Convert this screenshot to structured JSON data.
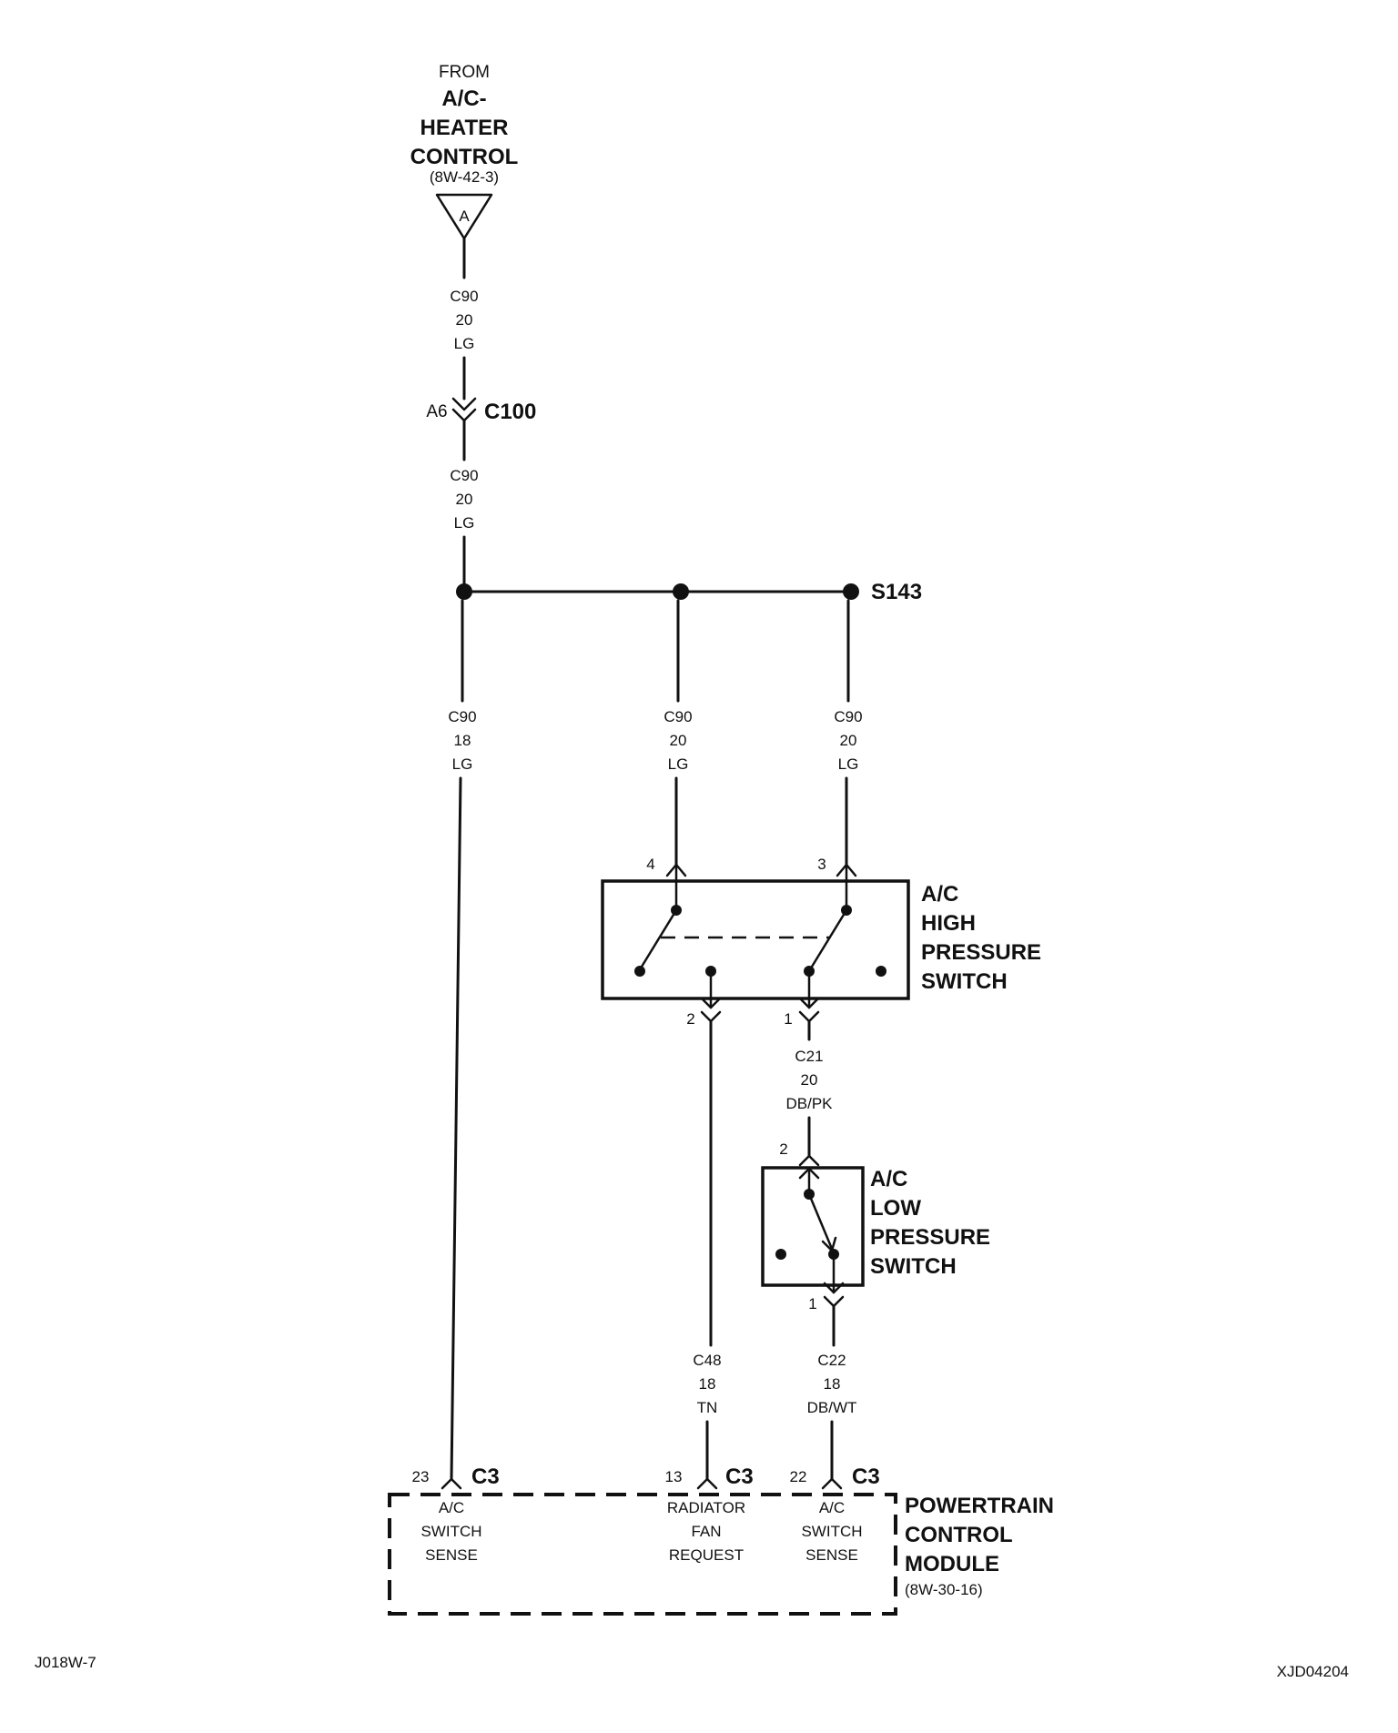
{
  "source": {
    "from_label": "FROM",
    "title_lines": [
      "A/C-",
      "HEATER",
      "CONTROL"
    ],
    "ref": "(8W-42-3)",
    "connector_letter": "A"
  },
  "wires": {
    "top_upper": [
      "C90",
      "20",
      "LG"
    ],
    "top_lower": [
      "C90",
      "20",
      "LG"
    ],
    "left_branch": [
      "C90",
      "18",
      "LG"
    ],
    "mid_branch": [
      "C90",
      "20",
      "LG"
    ],
    "right_branch": [
      "C90",
      "20",
      "LG"
    ],
    "c21": [
      "C21",
      "20",
      "DB/PK"
    ],
    "c48": [
      "C48",
      "18",
      "TN"
    ],
    "c22": [
      "C22",
      "18",
      "DB/WT"
    ]
  },
  "connector_c100": {
    "pin": "A6",
    "name": "C100"
  },
  "splice": {
    "name": "S143"
  },
  "high_pressure_switch": {
    "title_lines": [
      "A/C",
      "HIGH",
      "PRESSURE",
      "SWITCH"
    ],
    "pins": {
      "in_left": "4",
      "in_right": "3",
      "out_left": "2",
      "out_right": "1"
    }
  },
  "low_pressure_switch": {
    "title_lines": [
      "A/C",
      "LOW",
      "PRESSURE",
      "SWITCH"
    ],
    "pins": {
      "in": "2",
      "out": "1"
    }
  },
  "pcm": {
    "title_lines": [
      "POWERTRAIN",
      "CONTROL",
      "MODULE"
    ],
    "ref": "(8W-30-16)",
    "connectors": [
      {
        "pin": "23",
        "name": "C3",
        "label_lines": [
          "A/C",
          "SWITCH",
          "SENSE"
        ]
      },
      {
        "pin": "13",
        "name": "C3",
        "label_lines": [
          "RADIATOR",
          "FAN",
          "REQUEST"
        ]
      },
      {
        "pin": "22",
        "name": "C3",
        "label_lines": [
          "A/C",
          "SWITCH",
          "SENSE"
        ]
      }
    ]
  },
  "footer": {
    "left_code": "J018W-7",
    "right_code": "XJD04204"
  }
}
